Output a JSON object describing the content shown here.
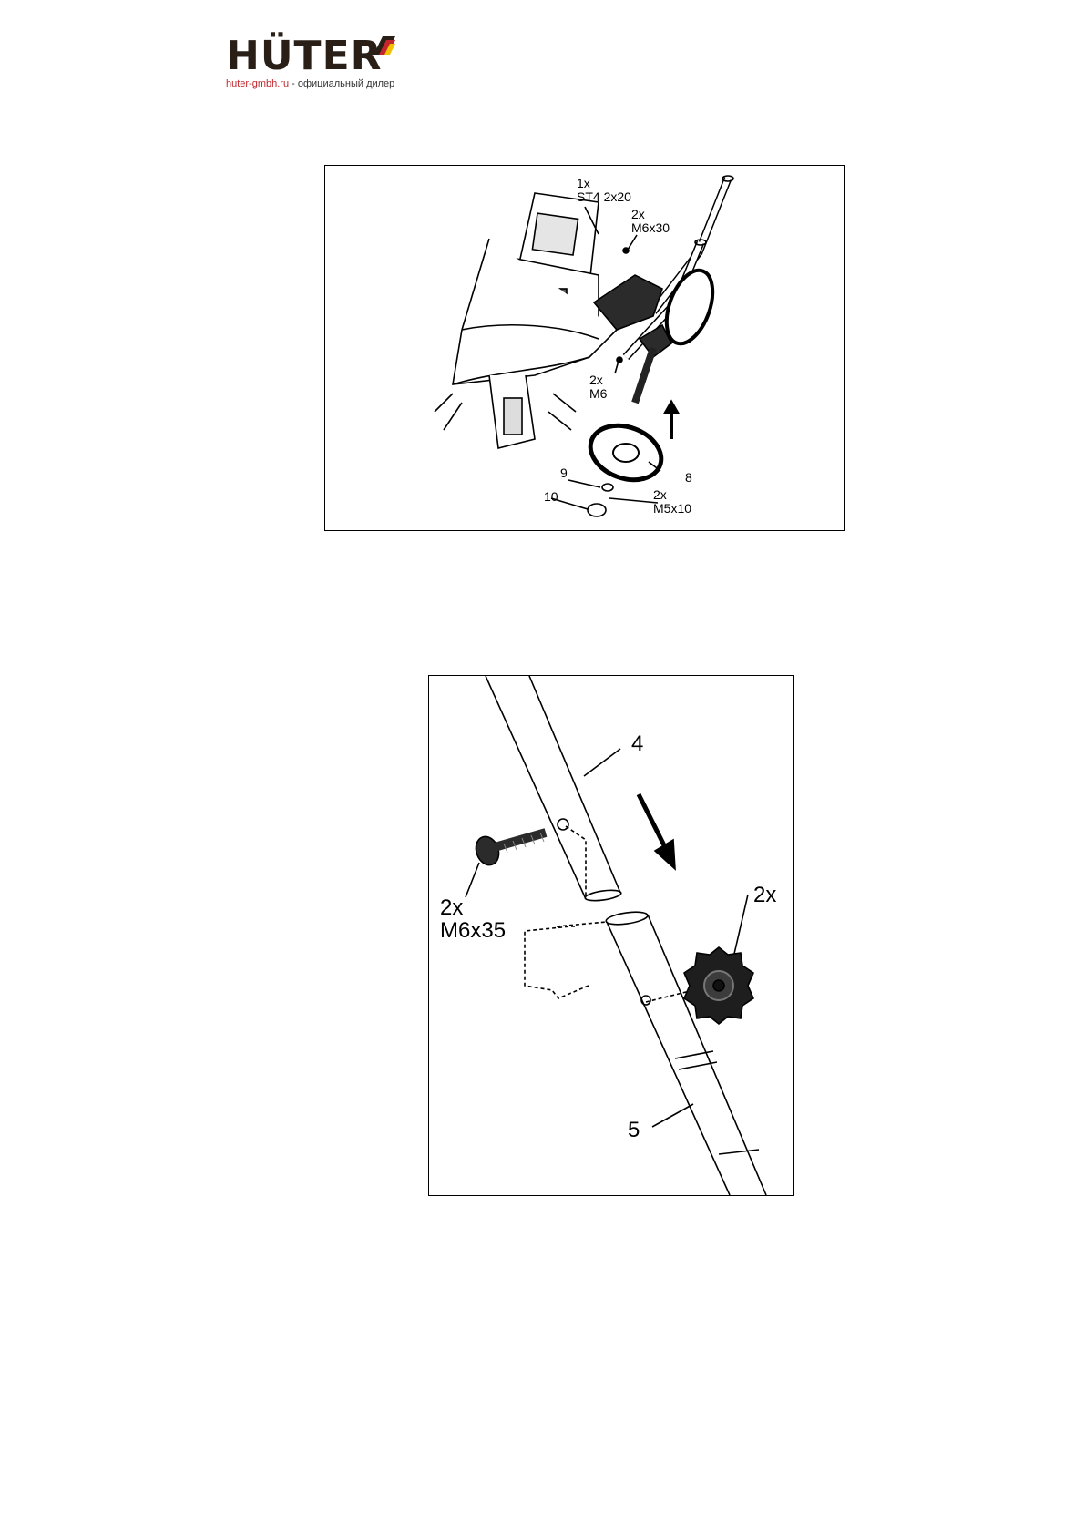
{
  "header": {
    "logo_text": "HÜTER",
    "site": "huter-gmbh.ru",
    "tagline": " - официальный дилер"
  },
  "figure1": {
    "labels": {
      "st4_qty": "1x",
      "st4_size": "ST4 2x20",
      "m6x30_qty": "2x",
      "m6x30_size": "M6x30",
      "m6_qty": "2x",
      "m6_size": "M6",
      "part8": "8",
      "part9": "9",
      "part10": "10",
      "m5x10_qty": "2x",
      "m5x10_size": "M5x10"
    }
  },
  "figure2": {
    "labels": {
      "part4": "4",
      "bolt_qty": "2x",
      "bolt_size": "M6x35",
      "knob_qty": "2x",
      "part5": "5"
    }
  },
  "colors": {
    "brand_dark": "#2a1f17",
    "brand_red": "#c1272d",
    "brand_yellow": "#f2c200"
  }
}
